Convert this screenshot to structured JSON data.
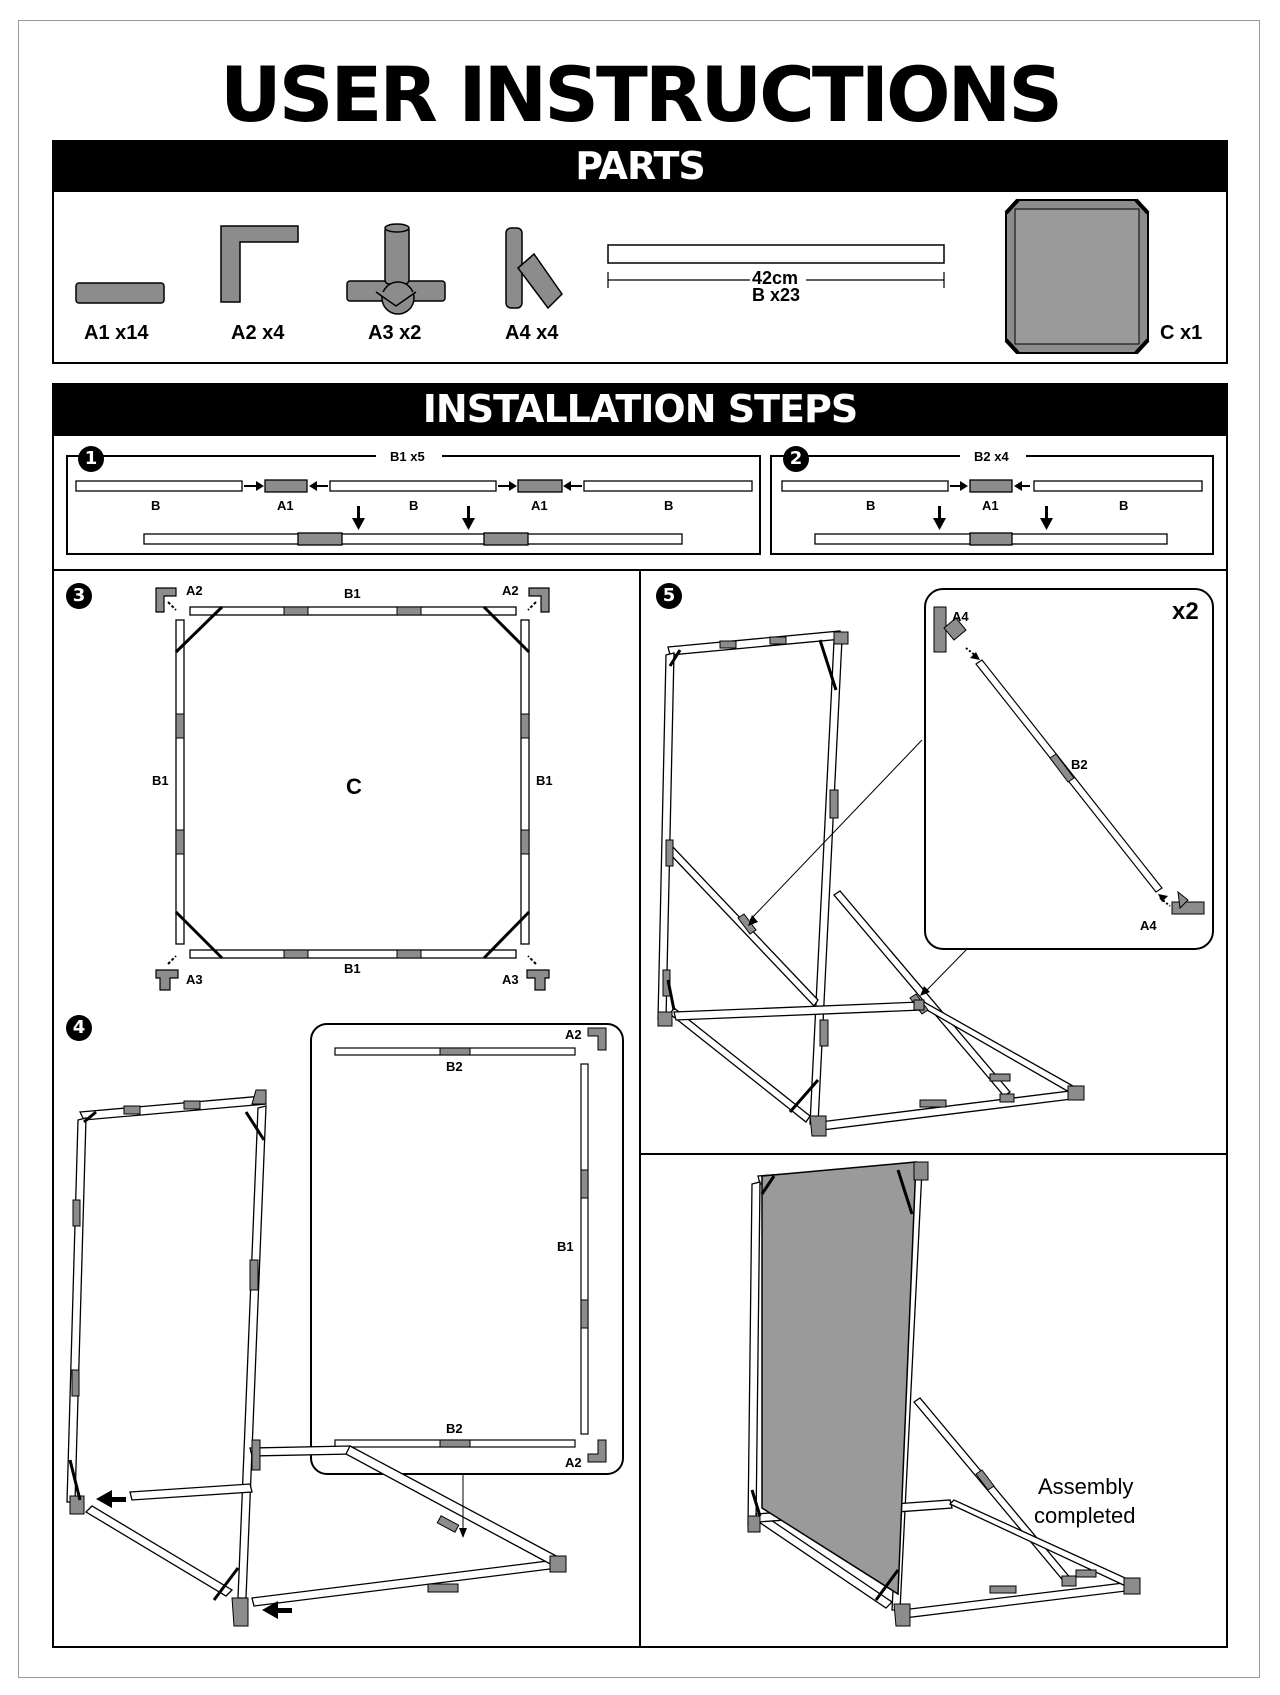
{
  "title": "USER INSTRUCTIONS",
  "parts": {
    "heading": "PARTS",
    "items": [
      {
        "label": "A1 x14"
      },
      {
        "label": "A2 x4"
      },
      {
        "label": "A3 x2"
      },
      {
        "label": "A4 x4"
      },
      {
        "label": "B x23",
        "length": "42cm"
      },
      {
        "label": "C x1"
      }
    ]
  },
  "installation": {
    "heading": "INSTALLATION STEPS",
    "step1": {
      "number": "1",
      "header": "B1 x5",
      "labels": [
        "B",
        "A1",
        "B",
        "A1",
        "B"
      ]
    },
    "step2": {
      "number": "2",
      "header": "B2 x4",
      "labels": [
        "B",
        "A1",
        "B"
      ]
    },
    "step3": {
      "number": "3",
      "labels": {
        "a2_left": "A2",
        "a2_right": "A2",
        "b1_top": "B1",
        "b1_left": "B1",
        "b1_right": "B1",
        "c": "C",
        "b1_bottom": "B1",
        "a3_left": "A3",
        "a3_right": "A3"
      }
    },
    "step4": {
      "number": "4",
      "labels": {
        "a2_top": "A2",
        "b2_top": "B2",
        "b1": "B1",
        "b2_bottom": "B2",
        "a2_bottom": "A2"
      }
    },
    "step5": {
      "number": "5",
      "multiplier": "x2",
      "labels": {
        "a4_top": "A4",
        "b2": "B2",
        "a4_bottom": "A4"
      }
    },
    "final": {
      "text_line1": "Assembly",
      "text_line2": "completed"
    }
  },
  "colors": {
    "part_fill": "#8c8c8c",
    "net_fill": "#9a9a9a",
    "ink": "#000000"
  }
}
